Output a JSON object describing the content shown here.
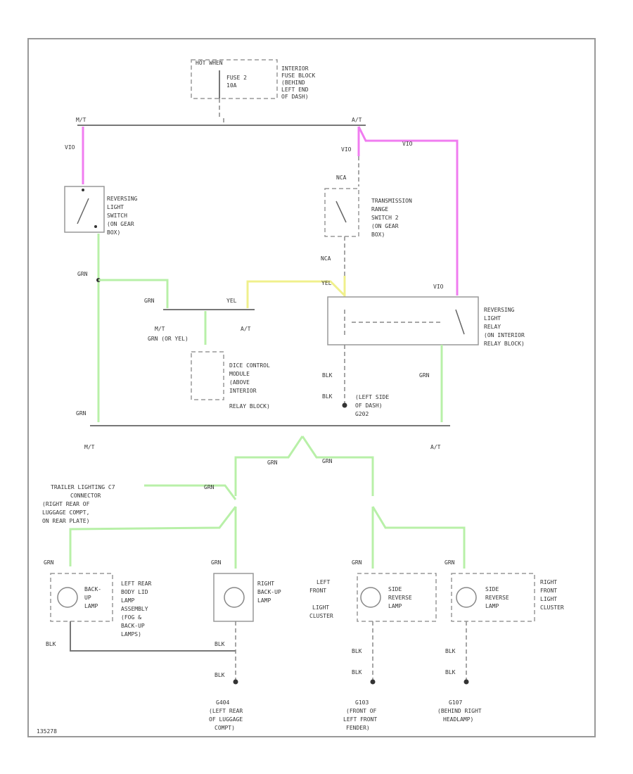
{
  "labels": {
    "hot_when": "HOT WHEN",
    "fuse": "FUSE 2",
    "fuse_amp": "10A",
    "interior_fuse_block": [
      "INTERIOR",
      "FUSE BLOCK",
      "(BEHIND",
      "LEFT END",
      "OF DASH)"
    ],
    "mt_top": "M/T",
    "at_top": "A/T",
    "vio_left": "VIO",
    "vio_right": "VIO",
    "vio_top": "VIO",
    "vio_relay": "VIO",
    "nca": "NCA",
    "nca_c2": "NCA",
    "reversing_switch": [
      "REVERSING",
      "LIGHT",
      "SWITCH",
      "(ON GEAR",
      "BOX)"
    ],
    "trans_switch": [
      "TRANSMISSION",
      "RANGE",
      "SWITCH 2",
      "(ON GEAR",
      "BOX)"
    ],
    "grn_left": "GRN",
    "grn_junction": "GRN",
    "yel": "YEL",
    "yel2": "YEL",
    "mt_mid": "M/T",
    "at_mid": "A/T",
    "grn_or_yel": "GRN (OR YEL)",
    "dice": [
      "DICE CONTROL",
      "MODULE",
      "(ABOVE",
      "INTERIOR",
      "RELAY BLOCK)"
    ],
    "relay": [
      "REVERSING",
      "LIGHT",
      "RELAY",
      "(ON INTERIOR",
      "RELAY BLOCK)"
    ],
    "blk_relay": "BLK",
    "blk_relay2": "BLK",
    "left_side_dash": [
      "(LEFT SIDE",
      "OF DASH)",
      "G202"
    ],
    "grn_relay": "GRN",
    "grn_bottom_left": "GRN",
    "mt_bottom": "M/T",
    "at_bottom": "A/T",
    "grn_split1": "GRN",
    "grn_split2": "GRN",
    "trailer": [
      "TRAILER LIGHTING C7",
      "CONNECTOR",
      "(RIGHT REAR OF",
      "LUGGAGE COMPT,",
      "ON REAR PLATE)"
    ],
    "grn_trailer": "GRN",
    "grn_lamp1": "GRN",
    "grn_lamp2": "GRN",
    "grn_lamp3": "GRN",
    "grn_lamp4": "GRN",
    "lamp1_label": [
      "BACK-",
      "UP",
      "LAMP"
    ],
    "lamp1_desc": [
      "LEFT REAR",
      "BODY LID",
      "LAMP",
      "ASSEMBLY",
      "(FOG &",
      "BACK-UP",
      "LAMPS)"
    ],
    "lamp2_desc": [
      "RIGHT",
      "BACK-UP",
      "LAMP"
    ],
    "lamp3_pre": [
      "LEFT",
      "FRONT",
      "LIGHT",
      "CLUSTER"
    ],
    "lamp3_label": [
      "SIDE",
      "REVERSE",
      "LAMP"
    ],
    "lamp4_label": [
      "SIDE",
      "REVERSE",
      "LAMP"
    ],
    "lamp4_desc": [
      "RIGHT",
      "FRONT",
      "LIGHT",
      "CLUSTER"
    ],
    "blk": "BLK",
    "ground1": [
      "G404",
      "(LEFT REAR",
      "OF LUGGAGE",
      "COMPT)"
    ],
    "ground2": [
      "G103",
      "(FRONT OF",
      "LEFT FRONT",
      "FENDER)"
    ],
    "ground3": [
      "G107",
      "(BEHIND RIGHT",
      "HEADLAMP)"
    ],
    "diagram_id": "135278"
  }
}
